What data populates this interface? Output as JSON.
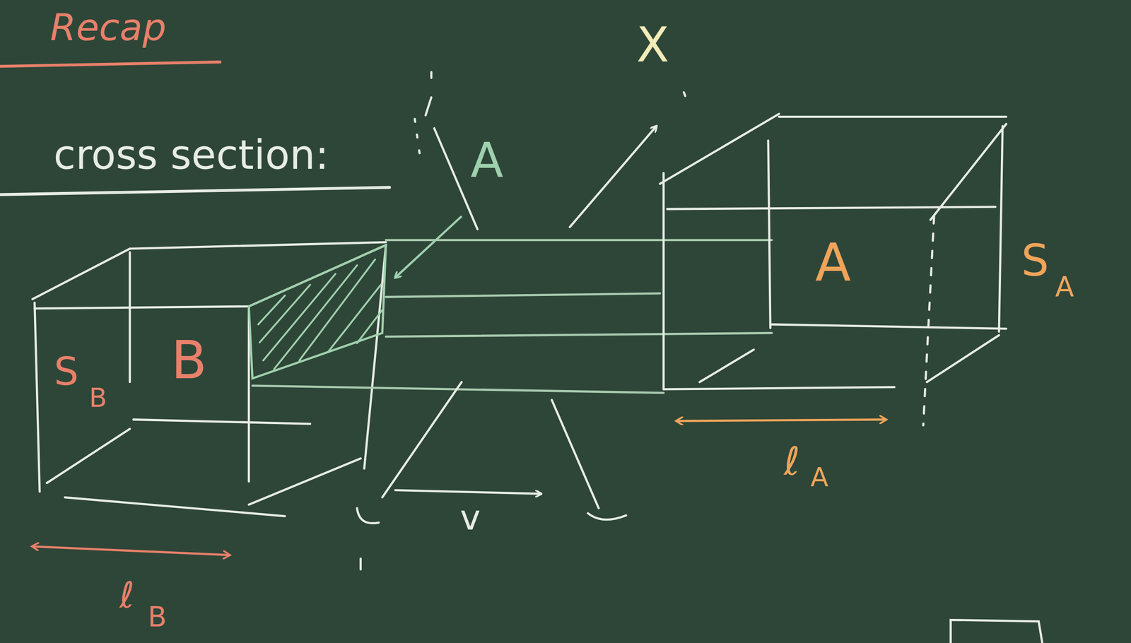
{
  "diagram": {
    "labels": [
      "Recap",
      "cross section:",
      "A",
      "X",
      "A",
      "S",
      "A",
      "ℓ",
      "A",
      "B",
      "S",
      "B",
      "ℓ",
      "B",
      "v"
    ]
  }
}
